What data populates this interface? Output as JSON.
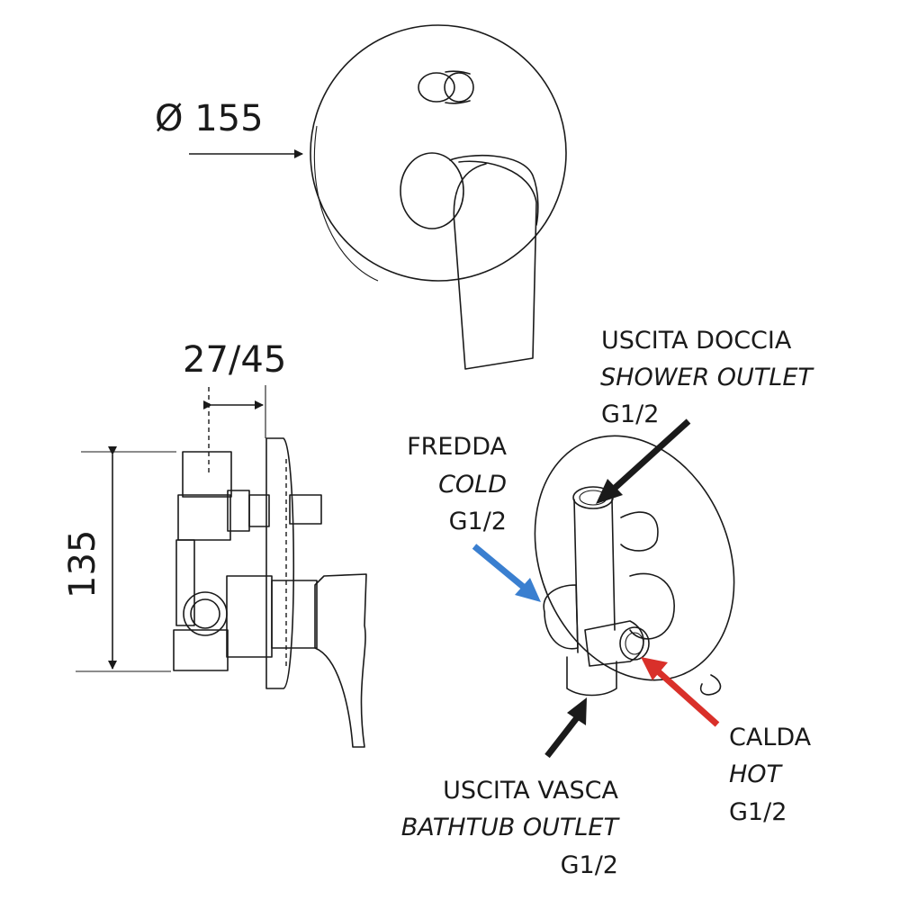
{
  "dimensions": {
    "diameter": "Ø 155",
    "depth": "27/45",
    "height": "135"
  },
  "labels": {
    "shower_outlet": {
      "it": "USCITA DOCCIA",
      "en": "SHOWER OUTLET",
      "thread": "G1/2"
    },
    "cold": {
      "it": "FREDDA",
      "en": "COLD",
      "thread": "G1/2"
    },
    "hot": {
      "it": "CALDA",
      "en": "HOT",
      "thread": "G1/2"
    },
    "bathtub_outlet": {
      "it": "USCITA VASCA",
      "en": "BATHTUB OUTLET",
      "thread": "G1/2"
    }
  },
  "colors": {
    "cold_arrow": "#3a7fd0",
    "hot_arrow": "#d9302a",
    "outlet_arrow": "#1a1a1a"
  }
}
